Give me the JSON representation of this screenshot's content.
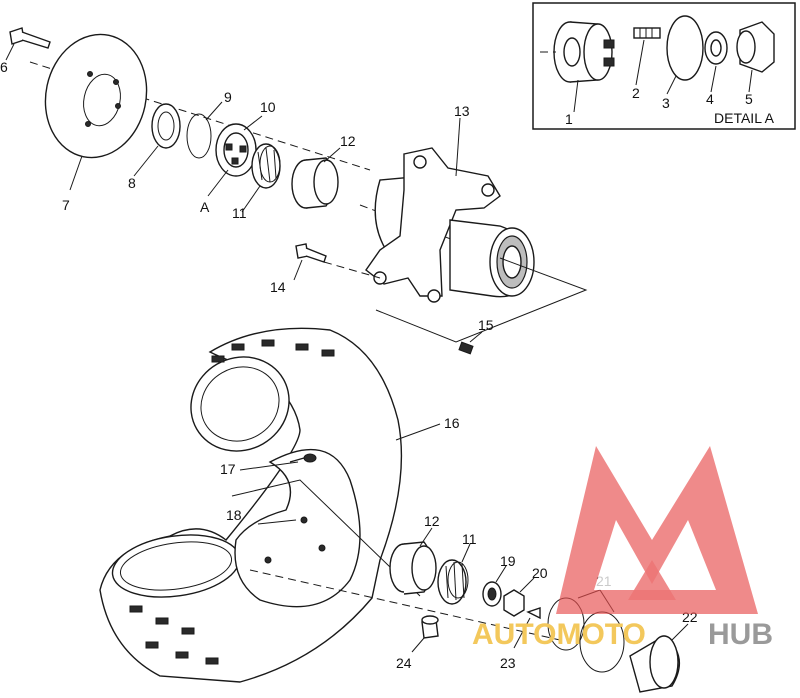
{
  "detail_box": {
    "title": "DETAIL A",
    "labels": [
      "1",
      "2",
      "3",
      "4",
      "5"
    ]
  },
  "callouts": {
    "c1": "1",
    "c2": "2",
    "c3": "3",
    "c4": "4",
    "c5": "5",
    "c6": "6",
    "c7": "7",
    "c8": "8",
    "c9": "9",
    "c10": "10",
    "c11a": "11",
    "c11b": "11",
    "c12a": "12",
    "c12b": "12",
    "c13": "13",
    "c14": "14",
    "c15": "15",
    "c16": "16",
    "c17": "17",
    "c18": "18",
    "c19": "19",
    "c20": "20",
    "c21": "21",
    "c22": "22",
    "c23": "23",
    "c24": "24",
    "cA": "A"
  },
  "watermark": {
    "brand_left": "AUTOMOTO",
    "brand_right": "HUB",
    "colors": {
      "triangle": "#e85050",
      "brand_left": "#f3c85c",
      "brand_right": "#9a9a9a"
    }
  }
}
